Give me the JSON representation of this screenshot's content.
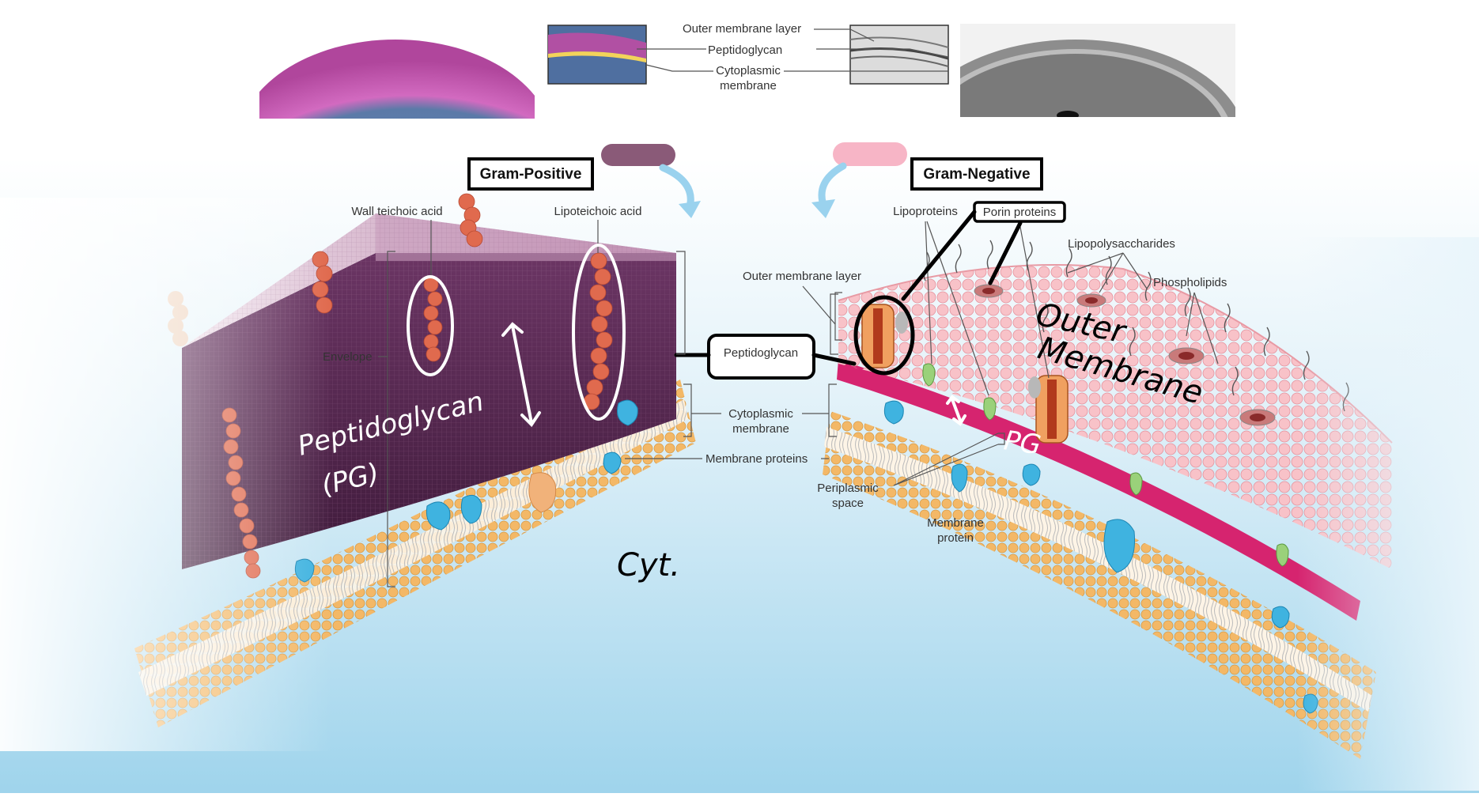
{
  "top_strip": {
    "outer_membrane_label": "Outer membrane layer",
    "peptidoglycan_label": "Peptidoglycan",
    "cytoplasmic_label_line1": "Cytoplasmic",
    "cytoplasmic_label_line2": "membrane"
  },
  "gram_positive": {
    "title": "Gram-Positive",
    "wall_teichoic_acid": "Wall teichoic acid",
    "lipoteichoic_acid": "Lipoteichoic acid",
    "envelope": "Envelope",
    "membrane_proteins": "Membrane proteins"
  },
  "center": {
    "peptidoglycan": "Peptidoglycan",
    "cytoplasmic_line1": "Cytoplasmic",
    "cytoplasmic_line2": "membrane"
  },
  "gram_negative": {
    "title": "Gram-Negative",
    "lipoproteins": "Lipoproteins",
    "porin_proteins": "Porin proteins",
    "lipopolysaccharides": "Lipopolysaccharides",
    "phospholipids": "Phospholipids",
    "outer_membrane_layer": "Outer membrane layer",
    "periplasmic_line1": "Periplasmic",
    "periplasmic_line2": "space",
    "membrane_protein_line1": "Membrane",
    "membrane_protein_line2": "protein"
  },
  "handwriting": {
    "peptidoglycan": "Peptidoglycan",
    "pg_paren": "(PG)",
    "cyt": "Cyt.",
    "outer": "Outer",
    "membrane": "Membrane",
    "pg": "PG"
  },
  "colors": {
    "gram_positive_pill": "#8a5a78",
    "gram_negative_pill": "#f7b5c6",
    "peptidoglycan": "#5a2a52",
    "membrane": "#e8b46a",
    "outer_membrane": "#f7b8bf",
    "background_blue": "#a9d8ee"
  }
}
